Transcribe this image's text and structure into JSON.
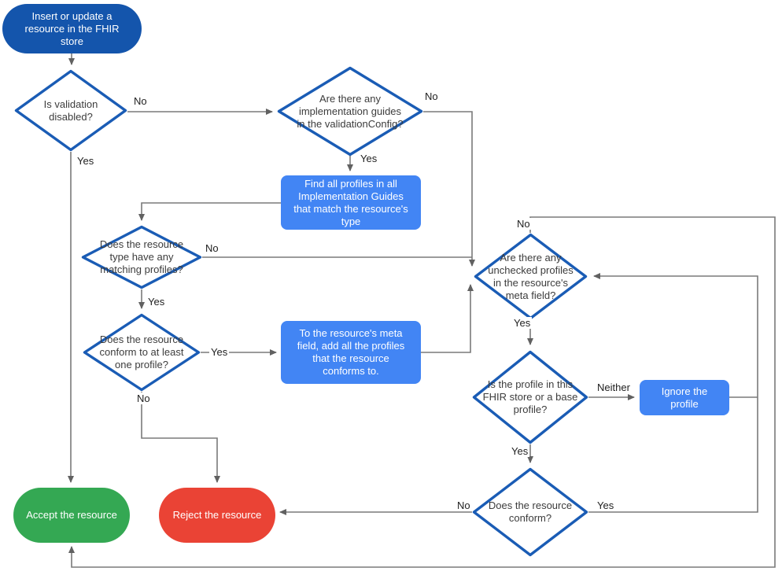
{
  "diagram_type": "flowchart",
  "colors": {
    "start_fill": "#1455ac",
    "process_fill": "#4285f4",
    "decision_border": "#1a5cb5",
    "decision_fill": "#ffffff",
    "accept_fill": "#34a853",
    "reject_fill": "#ea4335",
    "connector": "#7a7a7a",
    "arrowhead": "#616161",
    "node_text_on_color": "#ffffff",
    "decision_text": "#3c3c3c",
    "edge_label_text": "#212121"
  },
  "nodes": {
    "start": {
      "type": "terminator",
      "label": "Insert or update a resource in the FHIR store"
    },
    "validation_disabled": {
      "type": "decision",
      "label": "Is validation disabled?"
    },
    "implementation_guides": {
      "type": "decision",
      "label": "Are there any implementation guides in the validationConfig?"
    },
    "find_profiles": {
      "type": "process",
      "label": "Find all profiles in all Implementation Guides that match the resource's type"
    },
    "matching_profiles": {
      "type": "decision",
      "label": "Does the resource type have any matching profiles?"
    },
    "conform_one": {
      "type": "decision",
      "label": "Does the resource conform to at least one profile?"
    },
    "add_profiles": {
      "type": "process",
      "label": "To the resource's meta field, add all the profiles that the resource conforms to."
    },
    "unchecked_profiles": {
      "type": "decision",
      "label": "Are there any unchecked profiles in the resource's meta field?"
    },
    "profile_in_store": {
      "type": "decision",
      "label": "Is the profile in this FHIR store or a base profile?"
    },
    "ignore_profile": {
      "type": "process",
      "label": "Ignore the profile"
    },
    "resource_conform": {
      "type": "decision",
      "label": "Does the resource conform?"
    },
    "accept": {
      "type": "terminator",
      "label": "Accept the resource"
    },
    "reject": {
      "type": "terminator",
      "label": "Reject the resource"
    }
  },
  "edge_labels": {
    "validation_disabled_no": "No",
    "validation_disabled_yes": "Yes",
    "implementation_guides_no": "No",
    "implementation_guides_yes": "Yes",
    "matching_profiles_no": "No",
    "matching_profiles_yes": "Yes",
    "conform_one_yes": "Yes",
    "conform_one_no": "No",
    "unchecked_profiles_no": "No",
    "unchecked_profiles_yes": "Yes",
    "profile_in_store_neither": "Neither",
    "profile_in_store_yes": "Yes",
    "resource_conform_no": "No",
    "resource_conform_yes": "Yes"
  }
}
